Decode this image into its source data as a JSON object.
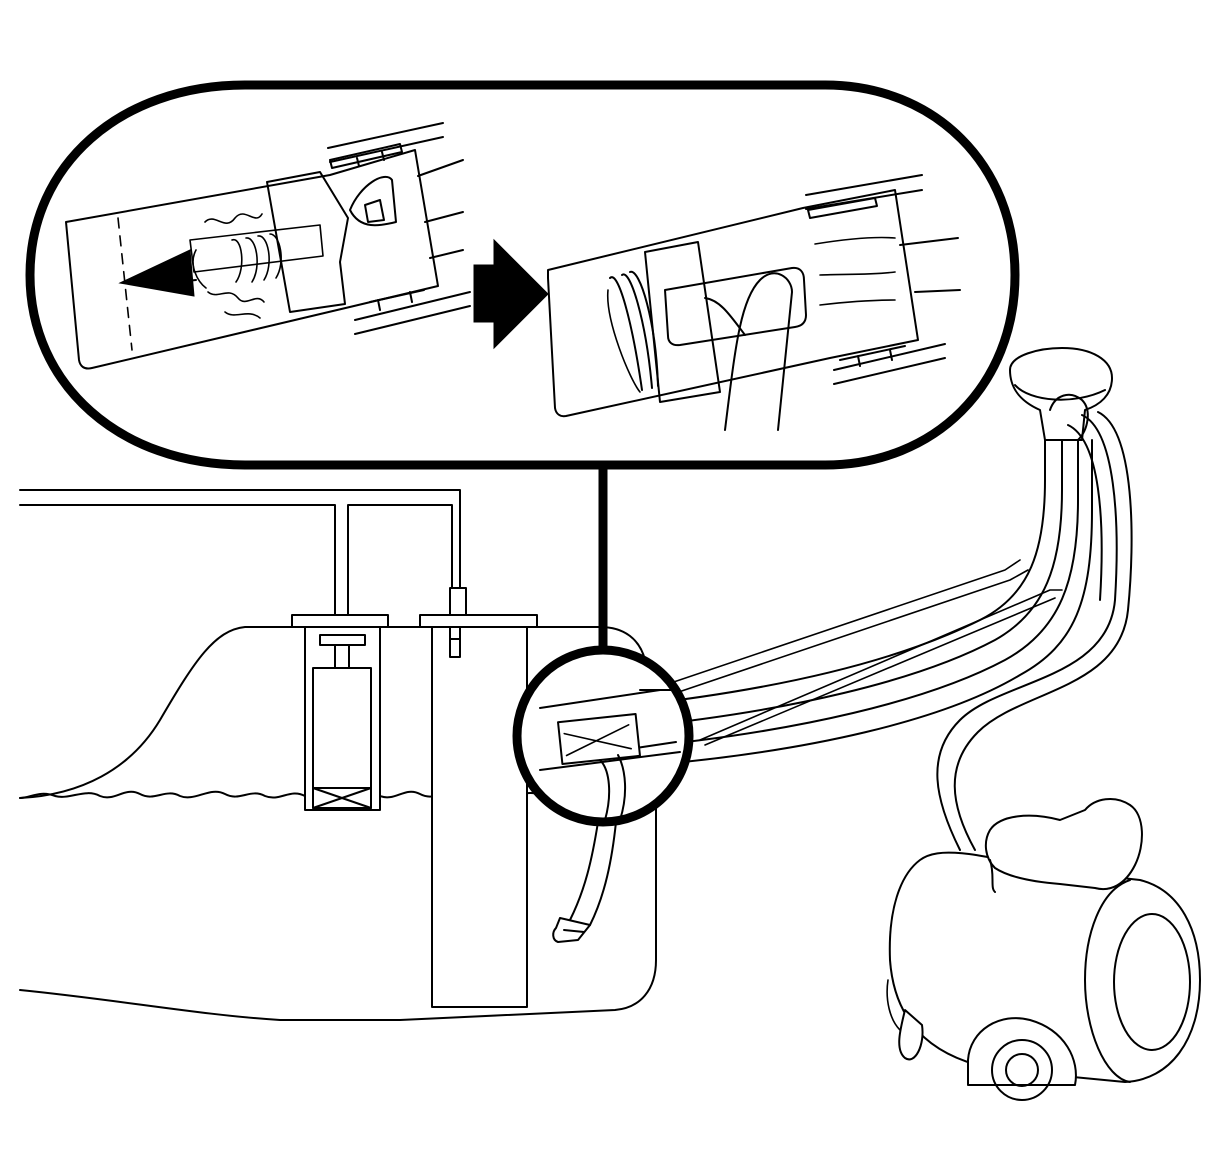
{
  "diagram": {
    "labels": [],
    "colors": {
      "line": "#000000",
      "background": "#ffffff"
    },
    "parts": {
      "detail_callout": "detail-view-inset",
      "direction_arrow": "right-arrow-icon",
      "release_arrow": "left-arrow-icon",
      "tank": "fuel-tank",
      "pump": "fuel-pump-module",
      "sender": "fuel-sender-assembly",
      "filler": "filler-neck-funnel",
      "canister": "evap-canister-motor"
    }
  }
}
